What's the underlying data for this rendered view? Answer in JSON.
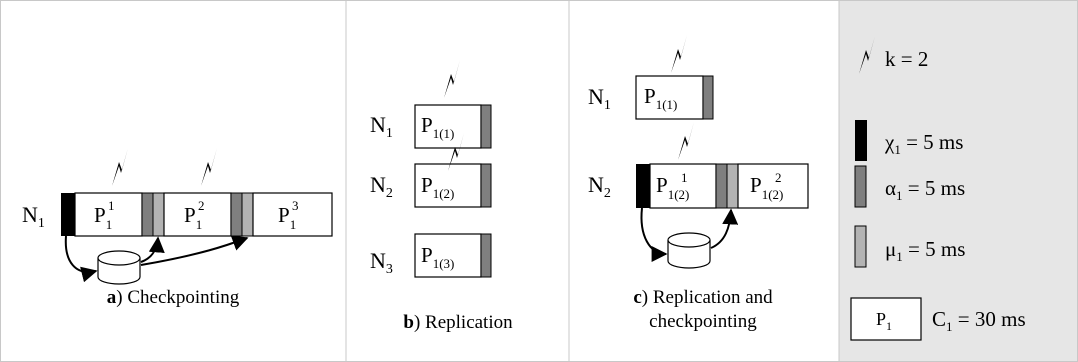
{
  "panels": {
    "a": {
      "node": "N",
      "node_sub": "1",
      "blocks": [
        {
          "base": "P",
          "sub": "1",
          "sup": "1"
        },
        {
          "base": "P",
          "sub": "1",
          "sup": "2"
        },
        {
          "base": "P",
          "sub": "1",
          "sup": "3"
        }
      ],
      "caption_bold": "a",
      "caption_rest": ") Checkpointing"
    },
    "b": {
      "nodes": [
        {
          "name": "N",
          "sub": "1",
          "proc": "P",
          "proc_sub": "1(1)"
        },
        {
          "name": "N",
          "sub": "2",
          "proc": "P",
          "proc_sub": "1(2)"
        },
        {
          "name": "N",
          "sub": "3",
          "proc": "P",
          "proc_sub": "1(3)"
        }
      ],
      "caption_bold": "b",
      "caption_rest": ") Replication"
    },
    "c": {
      "node1": {
        "name": "N",
        "sub": "1",
        "proc": "P",
        "proc_sub": "1(1)"
      },
      "node2": {
        "name": "N",
        "sub": "2"
      },
      "blocks": [
        {
          "base": "P",
          "sub": "1(2)",
          "sup": "1"
        },
        {
          "base": "P",
          "sub": "1(2)",
          "sup": "2"
        }
      ],
      "caption_bold": "c",
      "caption_line1": ") Replication and",
      "caption_line2": "checkpointing"
    }
  },
  "legend": {
    "fault_label": "k = 2",
    "checkpoint_label": "χ",
    "checkpoint_sub": "1",
    "checkpoint_value": " = 5 ms",
    "error_label": "α",
    "error_sub": "1",
    "error_value": " = 5 ms",
    "recovery_label": "μ",
    "recovery_sub": "1",
    "recovery_value": " = 5 ms",
    "proc_base": "P",
    "proc_sub": "1",
    "wcet_label": "C",
    "wcet_sub": "1",
    "wcet_value": " = 30 ms"
  },
  "colors": {
    "checkpoint": "#000000",
    "error_detection": "#7f7f7f",
    "recovery": "#b3b3b3",
    "legend_bg": "#e6e6e6",
    "frame": "#c8c8c8"
  }
}
